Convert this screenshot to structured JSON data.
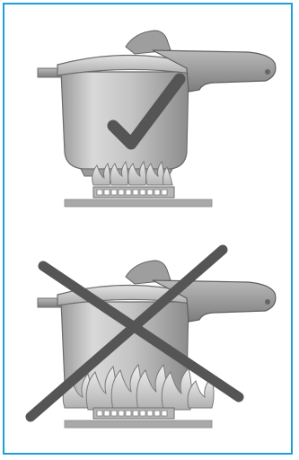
{
  "illustration": {
    "colors": {
      "frame_border": "#1e9fd8",
      "mark": "#555555",
      "pot_body": "#bdbdbd",
      "burner": "#a9a9a9",
      "flame": "#cfcfcf"
    },
    "panels": [
      {
        "verdict": "correct",
        "icon": "checkmark-icon",
        "flame_size": "small",
        "subject": "pressure-cooker"
      },
      {
        "verdict": "incorrect",
        "icon": "cross-icon",
        "flame_size": "large",
        "subject": "pressure-cooker"
      }
    ]
  }
}
